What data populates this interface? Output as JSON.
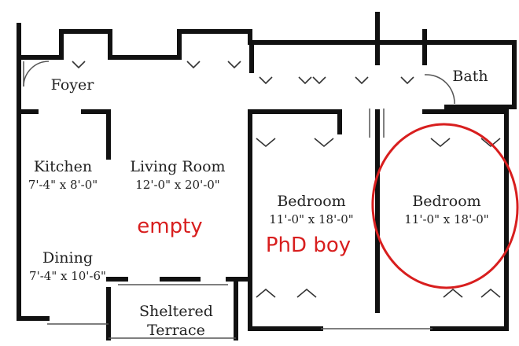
{
  "colors": {
    "walls": "#111111",
    "thin_lines": "#555555",
    "annotation": "#d81e1e",
    "background": "#ffffff"
  },
  "rooms": {
    "foyer": {
      "name": "Foyer"
    },
    "bath": {
      "name": "Bath"
    },
    "kitchen": {
      "name": "Kitchen",
      "dims": "7'-4\" x 8'-0\""
    },
    "living": {
      "name": "Living Room",
      "dims": "12'-0\" x 20'-0\""
    },
    "bedroom1": {
      "name": "Bedroom",
      "dims": "11'-0\" x 18'-0\""
    },
    "bedroom2": {
      "name": "Bedroom",
      "dims": "11'-0\" x 18'-0\""
    },
    "dining": {
      "name": "Dining",
      "dims": "7'-4\" x 10'-6\""
    },
    "terrace": {
      "name_line1": "Sheltered",
      "name_line2": "Terrace"
    }
  },
  "annotations": {
    "living": "empty",
    "bedroom1": "PhD boy",
    "bedroom2_marker": "red-circle"
  }
}
